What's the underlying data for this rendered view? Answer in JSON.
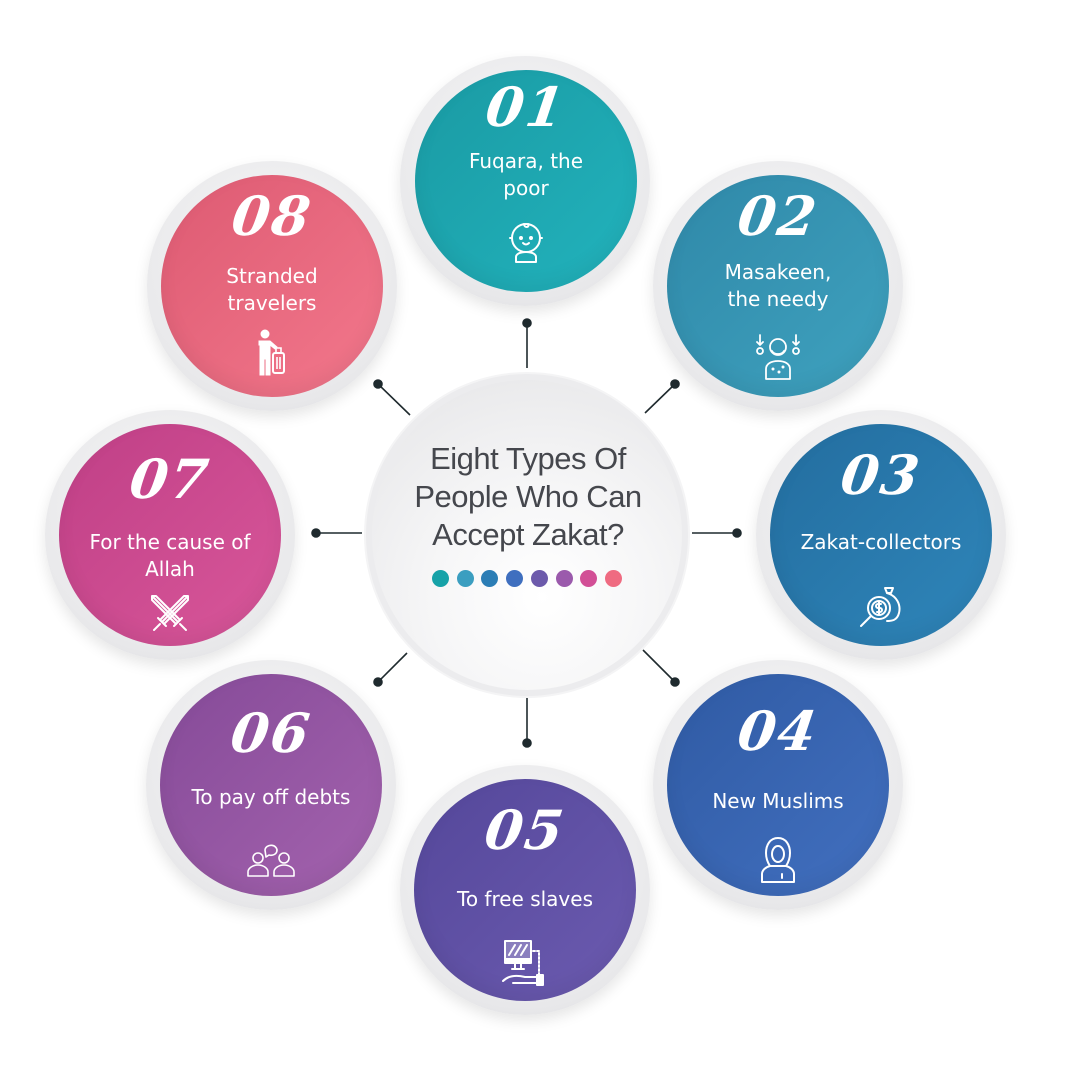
{
  "center": {
    "title": "Eight Types Of People Who Can Accept Zakat?",
    "title_lines": [
      "Eight Types Of",
      "People Who Can",
      "Accept Zakat?"
    ],
    "text_color": "#45474d",
    "palette_dots": [
      "#16a2a8",
      "#3b9ec0",
      "#2b7db5",
      "#3f6fbf",
      "#6c5aab",
      "#9b5aac",
      "#d24f96",
      "#ef6b81"
    ]
  },
  "items": [
    {
      "number": "01",
      "label": "Fuqara, the poor",
      "label_lines": [
        "Fuqara, the",
        "poor"
      ],
      "icon": "baby-face-icon",
      "color_a": "#1a9aa3",
      "color_b": "#22b3bd"
    },
    {
      "number": "02",
      "label": "Masakeen, the needy",
      "label_lines": [
        "Masakeen,",
        "the needy"
      ],
      "icon": "needy-person-icon",
      "color_a": "#2f88a8",
      "color_b": "#3fa2bf"
    },
    {
      "number": "03",
      "label": "Zakat-collectors",
      "label_lines": [
        "Zakat-collectors"
      ],
      "icon": "money-bag-magnifier-icon",
      "color_a": "#236d9f",
      "color_b": "#2f86ba"
    },
    {
      "number": "04",
      "label": "New Muslims",
      "label_lines": [
        "New Muslims"
      ],
      "icon": "hijab-woman-icon",
      "color_a": "#2f5aa3",
      "color_b": "#4270c0"
    },
    {
      "number": "05",
      "label": "To free slaves",
      "label_lines": [
        "To free slaves"
      ],
      "icon": "computer-hand-icon",
      "color_a": "#54479a",
      "color_b": "#6c5bb0"
    },
    {
      "number": "06",
      "label": "To pay off debts",
      "label_lines": [
        "To pay off debts"
      ],
      "icon": "two-people-talking-icon",
      "color_a": "#854a98",
      "color_b": "#a463ae"
    },
    {
      "number": "07",
      "label": "For the cause of Allah",
      "label_lines": [
        "For the cause of",
        "Allah"
      ],
      "icon": "crossed-swords-icon",
      "color_a": "#bf3f86",
      "color_b": "#d9579a"
    },
    {
      "number": "08",
      "label": "Stranded travelers",
      "label_lines": [
        "Stranded",
        "travelers"
      ],
      "icon": "traveler-luggage-icon",
      "color_a": "#dd5a72",
      "color_b": "#f3788c"
    }
  ],
  "connector_color": "#1f2a2e"
}
